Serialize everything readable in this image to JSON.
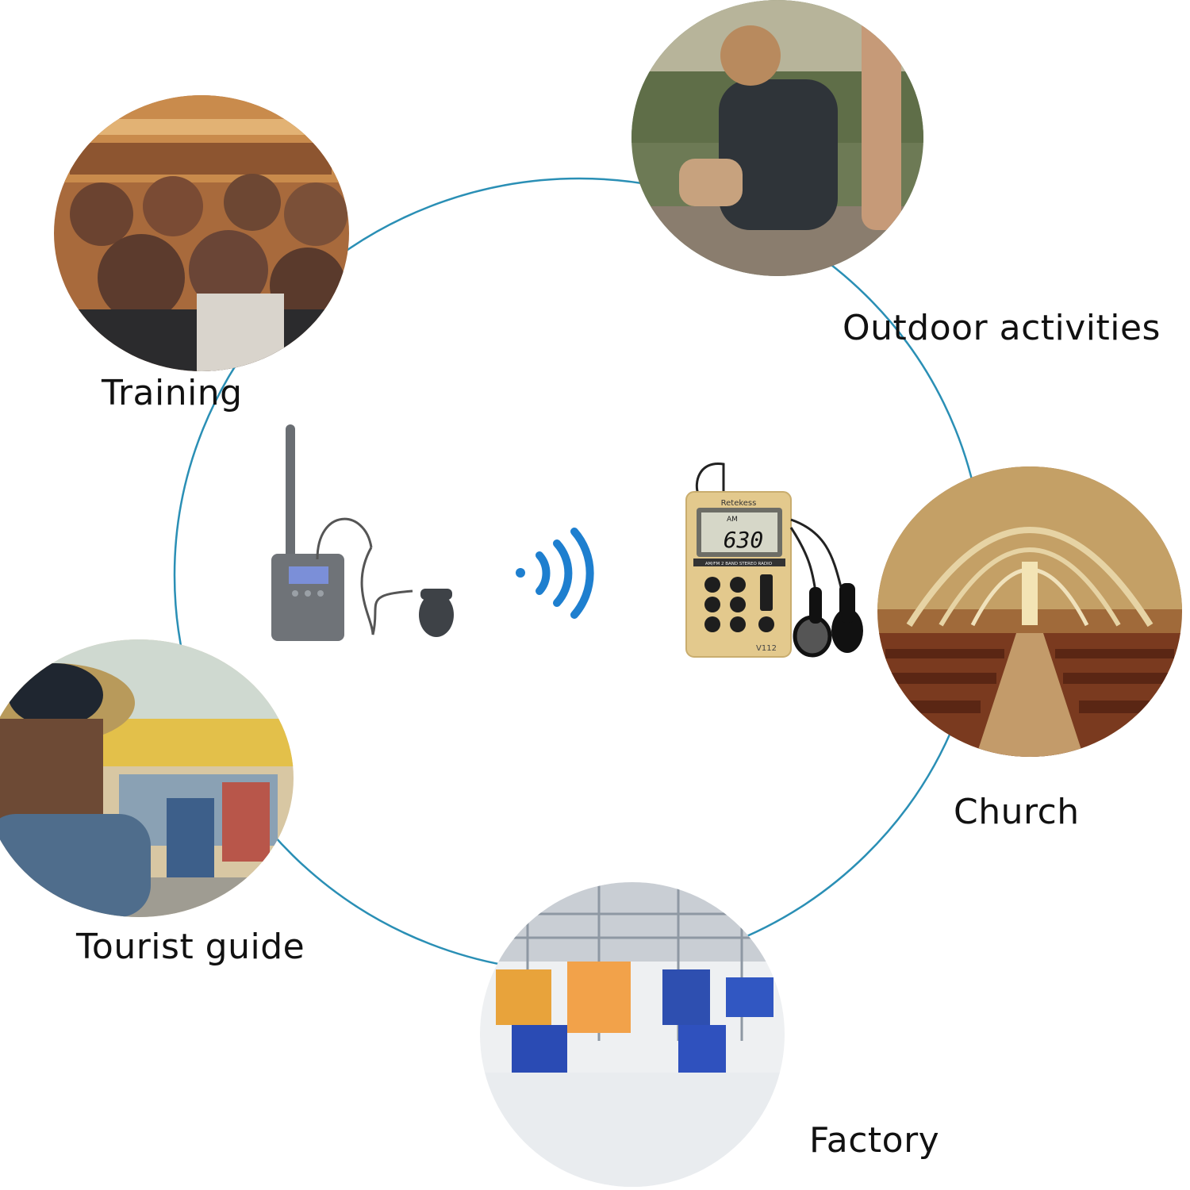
{
  "scenes": {
    "training": "Training",
    "outdoor": "Outdoor activities",
    "church": "Church",
    "tourist": "Tourist guide",
    "factory": "Factory"
  },
  "receiver": {
    "brand": "Retekess",
    "band_label": "AM",
    "frequency": "630",
    "tagline": "AM/FM 2 BAND STEREO RADIO",
    "model": "V112"
  },
  "colors": {
    "ring": "#2a8fb5",
    "signal": "#1e7fcf",
    "transmitter": "#6f7378",
    "receiver_body": "#e3c98d"
  },
  "icons": [
    "signal-waves-icon",
    "lapel-microphone-icon",
    "earphones-icon"
  ]
}
